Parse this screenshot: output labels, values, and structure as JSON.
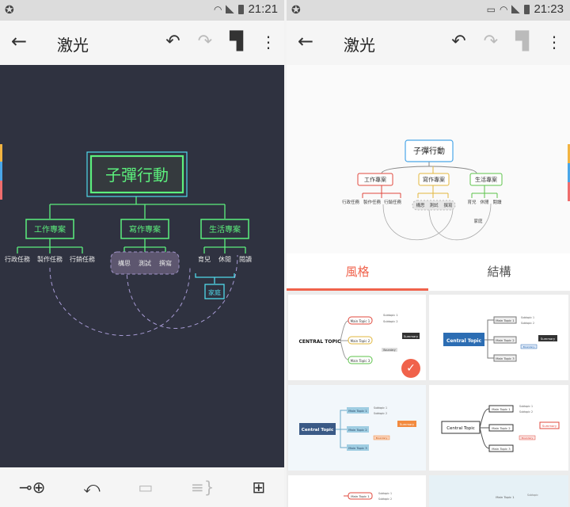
{
  "left": {
    "status": {
      "time": "21:21"
    },
    "appbar": {
      "title": "激光"
    },
    "map": {
      "central": "子彈行動",
      "topics": [
        {
          "label": "工作專案",
          "subs": [
            "行政任務",
            "製作任務",
            "行銷任務"
          ]
        },
        {
          "label": "寫作專案",
          "subs": [
            "構思",
            "測試",
            "撰寫"
          ]
        },
        {
          "label": "生活專案",
          "subs": [
            "育兒",
            "休閒",
            "閱讀"
          ]
        }
      ],
      "summary": "家庭"
    }
  },
  "right": {
    "status": {
      "time": "21:23"
    },
    "appbar": {
      "title": "激光"
    },
    "preview": {
      "central": "子彈行動",
      "topics": [
        {
          "label": "工作專案",
          "subs": [
            "行政任務",
            "製作任務",
            "行銷任務"
          ]
        },
        {
          "label": "寫作專案",
          "subs": [
            "構思",
            "測試",
            "撰寫"
          ]
        },
        {
          "label": "生活專案",
          "subs": [
            "育兒",
            "休閒",
            "閱讀"
          ]
        }
      ],
      "summary": "家庭"
    },
    "tabs": [
      "風格",
      "結構"
    ],
    "themes": {
      "central_upper": "CENTRAL TOPIC",
      "central_title": "Central Topic",
      "main_topics": [
        "Main Topic 1",
        "Main Topic 2",
        "Main Topic 3"
      ],
      "subtopic": "Subtopic",
      "subtopic_1": "Subtopic 1",
      "subtopic_2": "Subtopic 2",
      "summary": "Summary",
      "boundary": "Boundary"
    },
    "colors": {
      "accent": "#f0624b",
      "dark_bg": "#2f3240",
      "neon": "#5cf07d"
    }
  }
}
